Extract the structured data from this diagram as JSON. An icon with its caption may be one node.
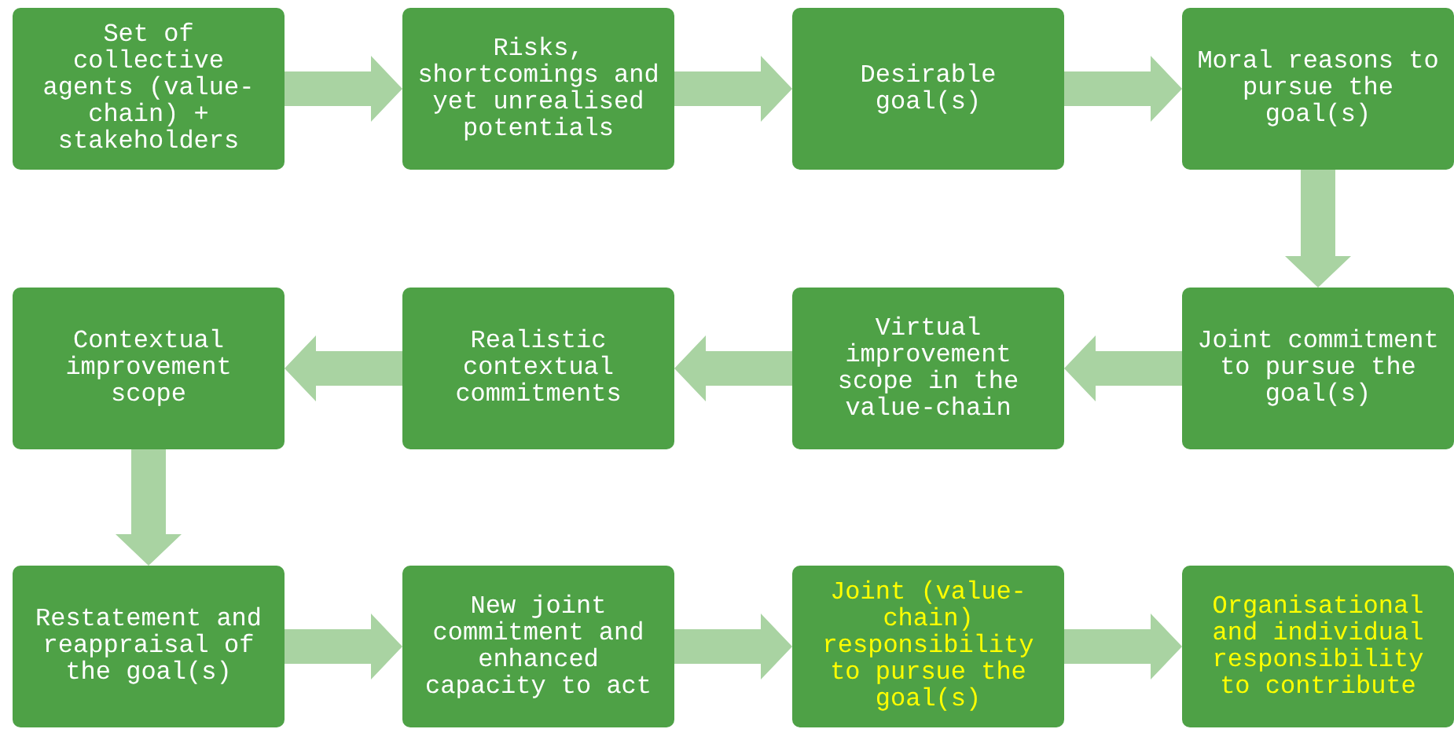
{
  "diagram": {
    "nodes": [
      {
        "text": [
          "Set of collective agents (value-chain) + stakeholders"
        ]
      },
      {
        "text": [
          "Risks, shortcomings and yet unrealised potentials"
        ]
      },
      {
        "text": [
          "Desirable goal(s)"
        ]
      },
      {
        "text": [
          "Moral reasons to pursue the goal(s)"
        ]
      },
      {
        "text": [
          "Joint commitment to pursue the goal(s)"
        ]
      },
      {
        "text": [
          "Virtual improvement scope in the value-chain"
        ]
      },
      {
        "text": [
          "Realistic contextual commitments"
        ]
      },
      {
        "text": [
          "Contextual improvement scope"
        ]
      },
      {
        "text": [
          "Restatement and reappraisal of the goal(s)"
        ]
      },
      {
        "text": [
          "New joint commitment and enhanced capacity to act"
        ]
      },
      {
        "text": [
          "Joint (value-chain) responsibility to pursue the goal(s)"
        ]
      },
      {
        "text": [
          "Organisational and individual responsibility to contribute"
        ]
      }
    ],
    "edges": [
      {
        "from": 0,
        "to": 1,
        "arrow": "to"
      },
      {
        "from": 1,
        "to": 2,
        "arrow": "to"
      },
      {
        "from": 2,
        "to": 3,
        "arrow": "to"
      },
      {
        "from": 3,
        "to": 4,
        "arrow": "to"
      },
      {
        "from": 4,
        "to": 5,
        "arrow": "to"
      },
      {
        "from": 5,
        "to": 6,
        "arrow": "to"
      },
      {
        "from": 6,
        "to": 7,
        "arrow": "to"
      },
      {
        "from": 7,
        "to": 8,
        "arrow": "to"
      },
      {
        "from": 8,
        "to": 9,
        "arrow": "to"
      },
      {
        "from": 9,
        "to": 10,
        "arrow": "to"
      },
      {
        "from": 10,
        "to": 11,
        "arrow": "to"
      }
    ]
  }
}
